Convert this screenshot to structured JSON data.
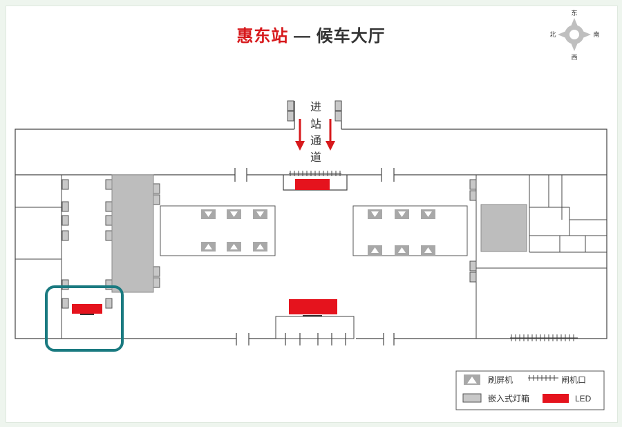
{
  "title": {
    "station": "惠东站",
    "separator": "—",
    "hall": "候车大厅"
  },
  "compass": {
    "north": "北",
    "east": "东",
    "south": "南",
    "west": "西"
  },
  "entrance_label_chars": [
    "进",
    "站",
    "通",
    "道"
  ],
  "legend": {
    "swipe_screen": "刷屏机",
    "gate": "闸机口",
    "lightbox": "嵌入式灯箱",
    "led": "LED"
  },
  "colors": {
    "led": "#e5131d",
    "arrow": "#d7191c",
    "highlight": "#1a7a80",
    "wall": "#444444",
    "lightbox": "#c8c8c8",
    "room": "#bdbdbd",
    "screen": "#a8a8a8"
  }
}
